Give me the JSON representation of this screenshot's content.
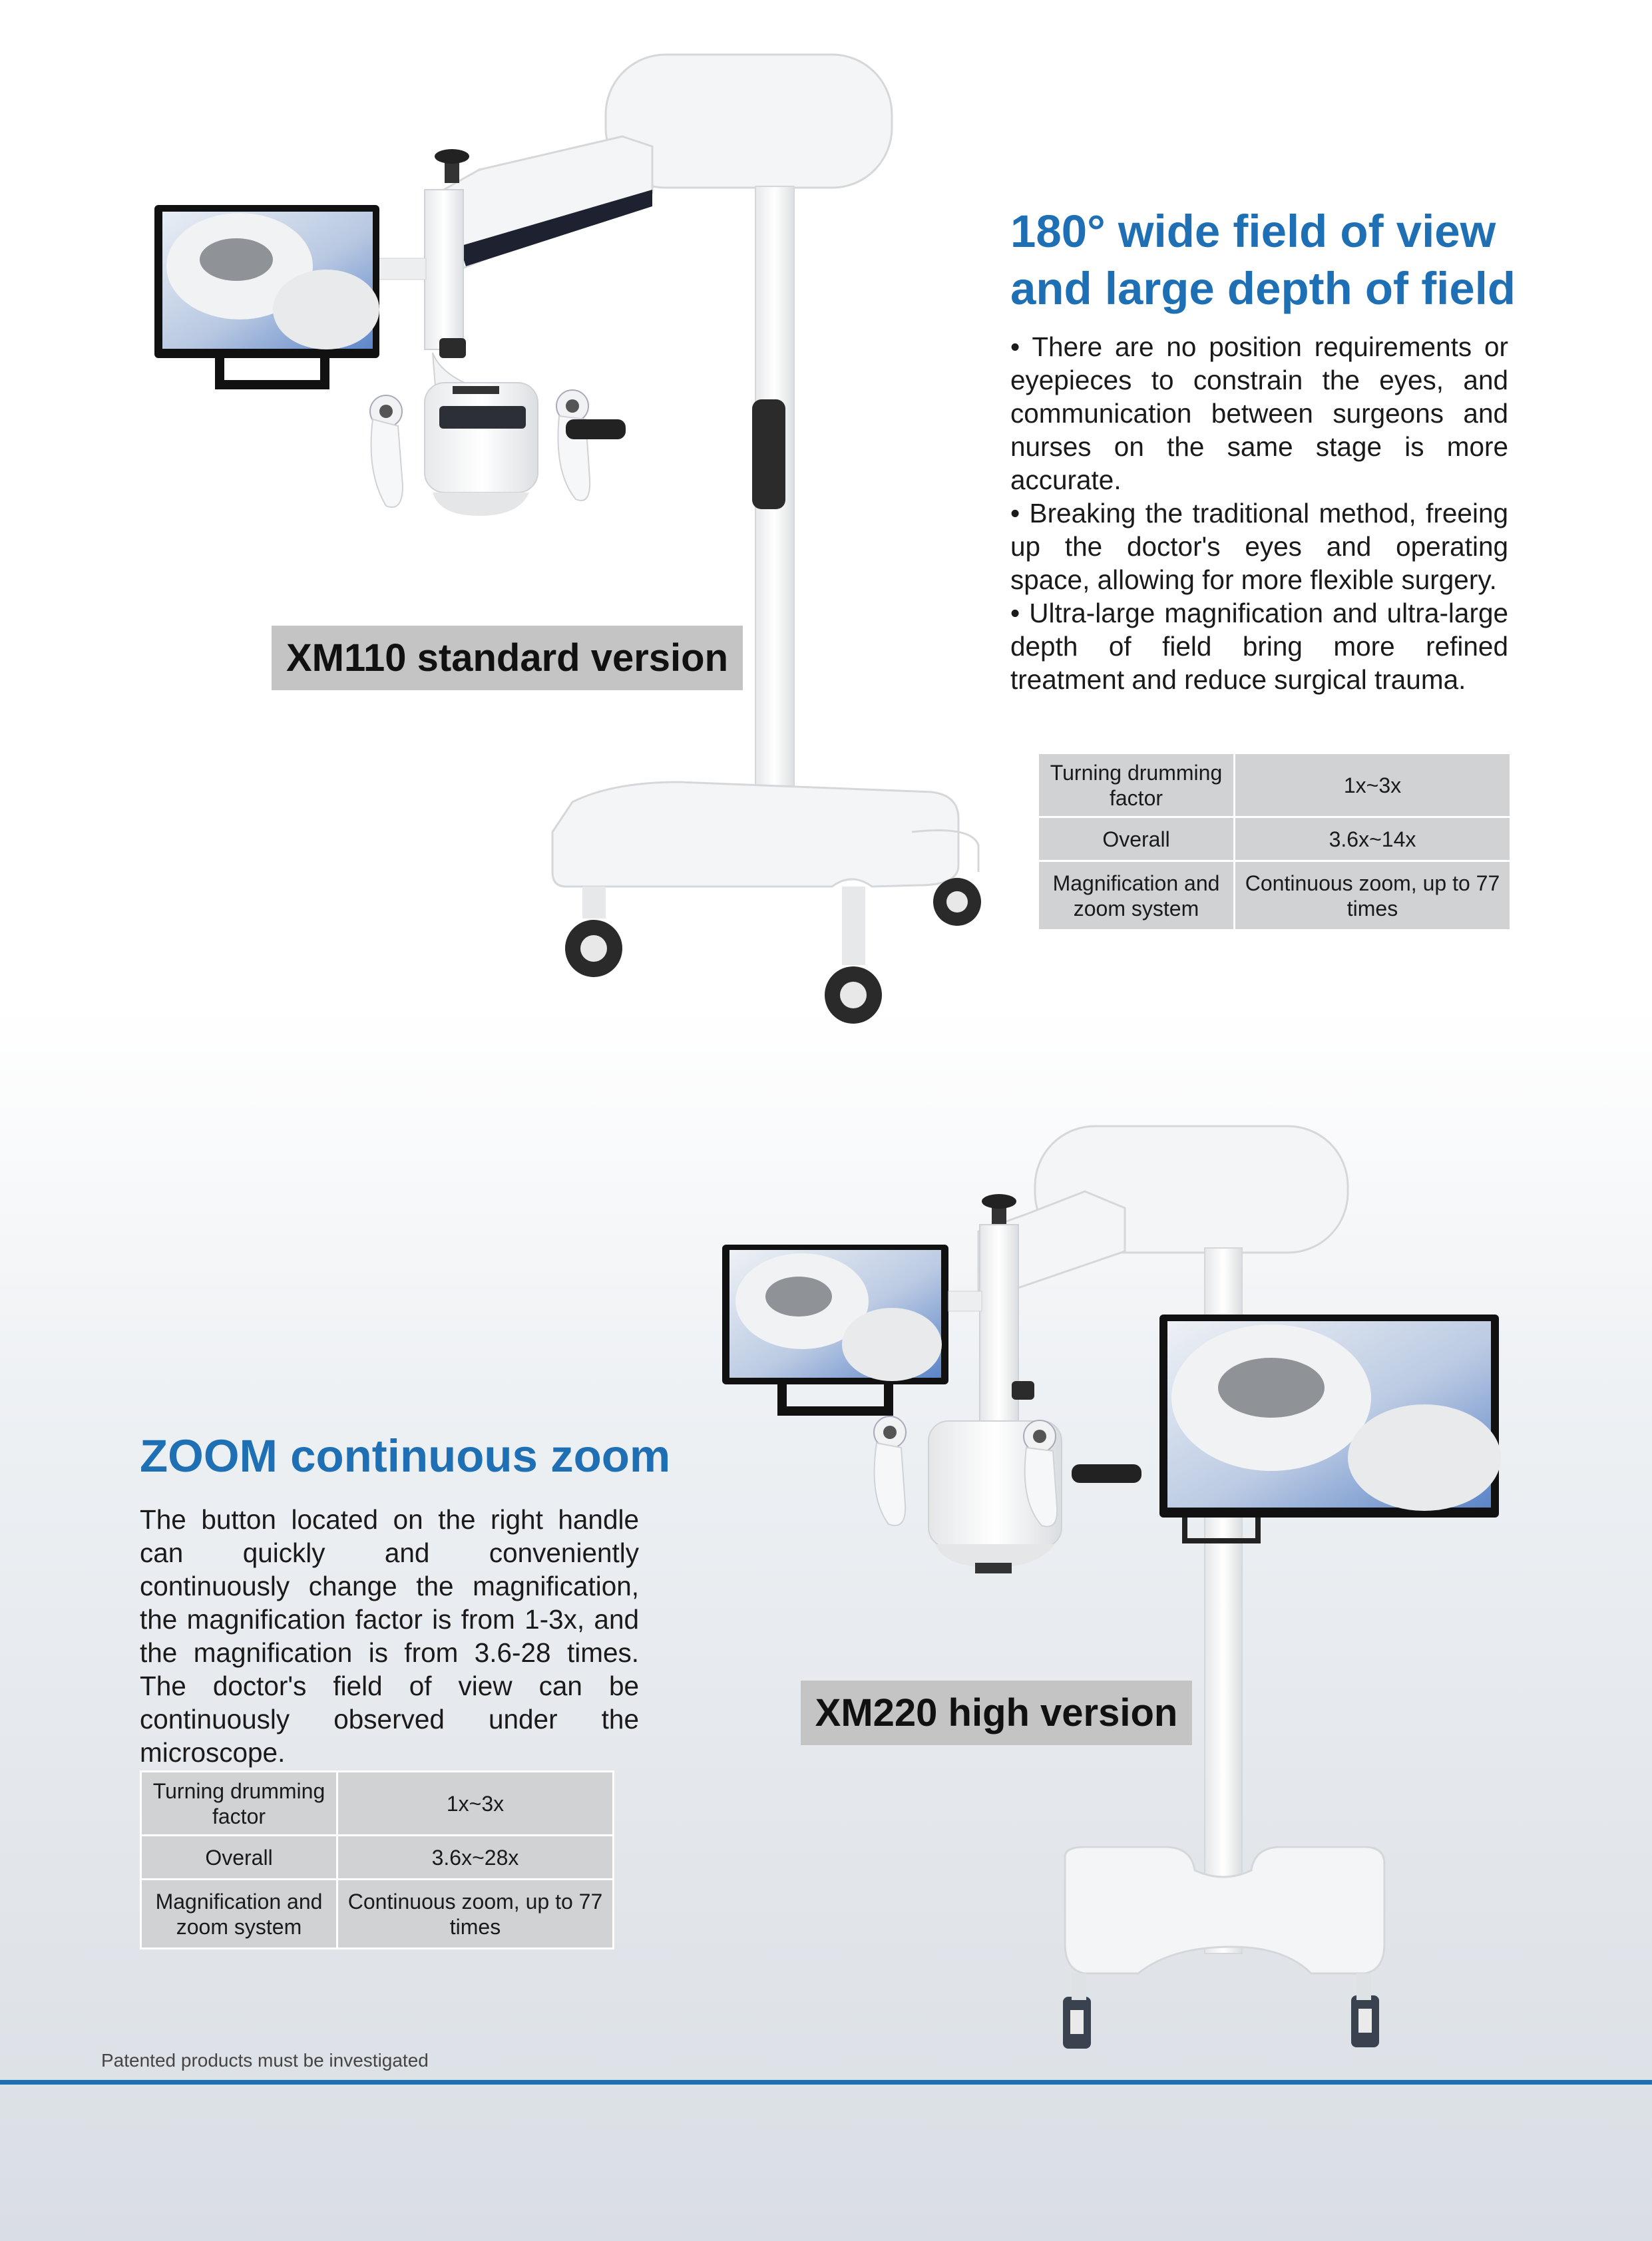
{
  "section1": {
    "heading_line1": "180° wide field of view",
    "heading_line2": "and large depth of field",
    "bullets": [
      "• There are no position requirements or eyepieces to constrain the eyes, and communication between surgeons and nurses on the same stage is more accurate.",
      "• Breaking the traditional method, freeing up the doctor's eyes and operating space, allowing for more flexible surgery.",
      "• Ultra-large magnification and ultra-large depth of field bring more refined treatment and reduce surgical trauma."
    ],
    "product_label": "XM110 standard version",
    "table": [
      {
        "key": "Turning drumming factor",
        "value": "1x~3x"
      },
      {
        "key": "Overall",
        "value": "3.6x~14x"
      },
      {
        "key": "Magnification and zoom system",
        "value": "Continuous zoom, up to 77 times"
      }
    ]
  },
  "section2": {
    "heading": "ZOOM continuous zoom",
    "paragraph": "The button located on the right handle can quickly and conveniently continuously change the magnification, the magnification factor is from 1-3x, and the magnification is from 3.6-28 times. The doctor's field of view can be continuously observed under the microscope.",
    "product_label": "XM220 high version",
    "table": [
      {
        "key": "Turning drumming factor",
        "value": "1x~3x"
      },
      {
        "key": "Overall",
        "value": "3.6x~28x"
      },
      {
        "key": "Magnification and zoom system",
        "value": "Continuous zoom, up to 77 times"
      }
    ]
  },
  "footer": {
    "note": "Patented products must be investigated"
  },
  "colors": {
    "accent": "#1f6fb5",
    "label_bg": "#c4c4c4",
    "table_bg": "#d0d2d4"
  }
}
